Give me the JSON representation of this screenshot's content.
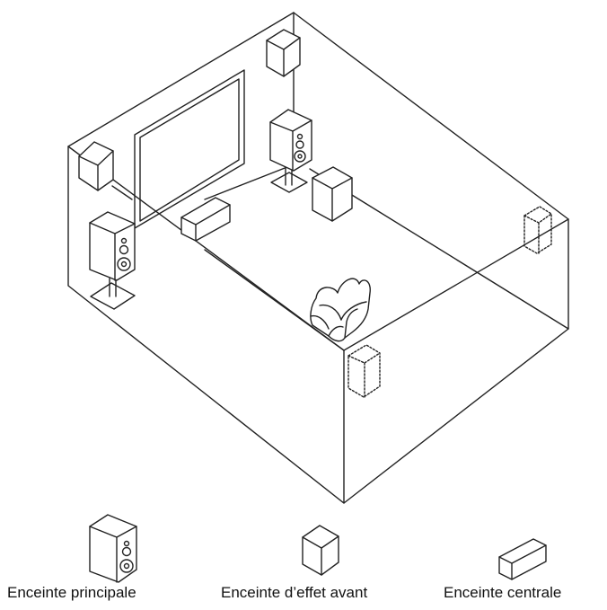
{
  "diagram": {
    "legend": [
      {
        "id": "main",
        "label": "Enceinte principale"
      },
      {
        "id": "front-effect",
        "label": "Enceinte d’effet avant"
      },
      {
        "id": "center",
        "label": "Enceinte centrale"
      }
    ]
  },
  "colors": {
    "line": "#222222",
    "background": "#ffffff"
  }
}
